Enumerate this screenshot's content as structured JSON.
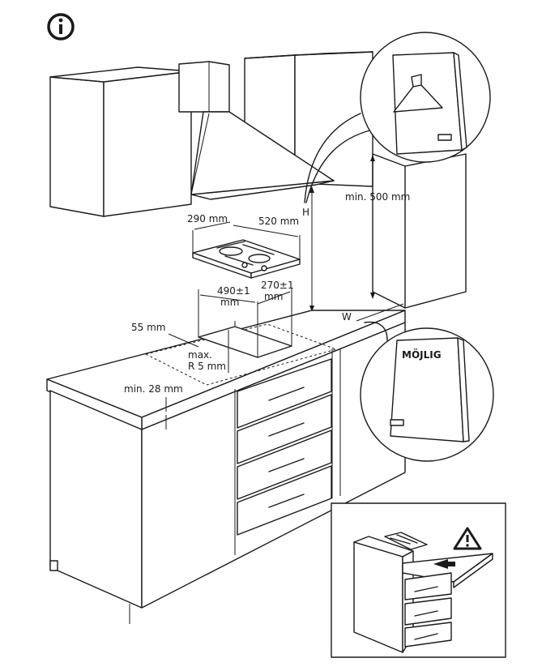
{
  "dimensions": {
    "width_290": "290 mm",
    "width_520": "520 mm",
    "cut_490_line1": "490±1",
    "cut_490_line2": "mm",
    "cut_270_line1": "270±1",
    "cut_270_line2": "mm",
    "edge_55": "55 mm",
    "max_radius_line1": "max.",
    "max_radius_line2": "R 5 mm",
    "min_28": "min. 28 mm",
    "min_500": "min. 500 mm",
    "H": "H",
    "W": "W"
  },
  "manual_title": "MÖJLIG",
  "icons": {
    "info": "info-icon",
    "warning": "warning-icon",
    "arrow": "push-arrow-icon"
  }
}
